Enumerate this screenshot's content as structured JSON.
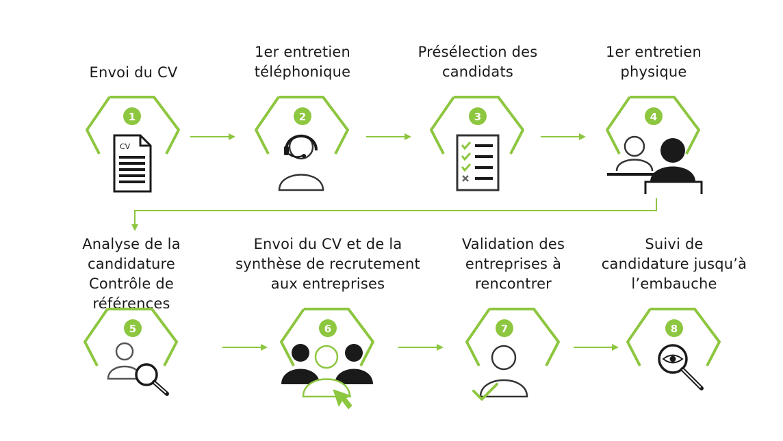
{
  "steps": [
    {
      "number": "1",
      "label": "Envoi du CV",
      "icon": "cv-document-icon"
    },
    {
      "number": "2",
      "label": "1er entretien\ntéléphonique",
      "icon": "headset-person-icon"
    },
    {
      "number": "3",
      "label": "Présélection des\ncandidats",
      "icon": "checklist-icon"
    },
    {
      "number": "4",
      "label": "1er entretien\nphysique",
      "icon": "interview-desk-icon"
    },
    {
      "number": "5",
      "label": "Analyse de la\ncandidature\nContrôle de références",
      "icon": "person-magnifier-icon"
    },
    {
      "number": "6",
      "label": "Envoi du CV et de la\nsynthèse de recrutement\naux entreprises",
      "icon": "group-select-icon"
    },
    {
      "number": "7",
      "label": "Validation des\nentreprises à\nrencontrer",
      "icon": "person-check-icon"
    },
    {
      "number": "8",
      "label": "Suivi de\ncandidature jusqu’à\nl’embauche",
      "icon": "eye-magnifier-icon"
    }
  ],
  "colors": {
    "accent": "#8dc63f",
    "icon": "#1a1a1a",
    "icon_outline": "#555555"
  },
  "doc_icon_text": "CV"
}
